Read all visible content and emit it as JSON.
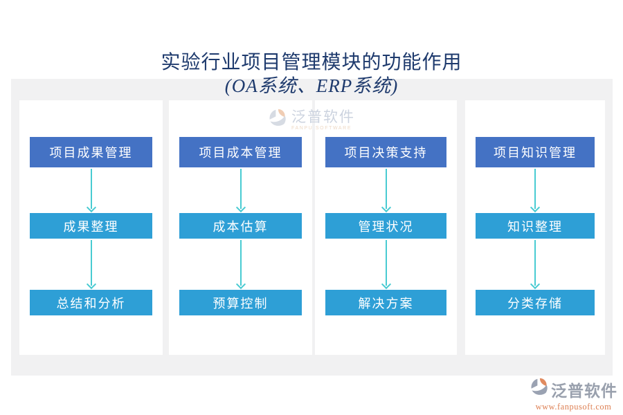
{
  "title": "实验行业项目管理模块的功能作用",
  "subtitle": "(OA系统、ERP系统)",
  "columns": [
    {
      "header": "项目成果管理",
      "steps": [
        "成果整理",
        "总结和分析"
      ]
    },
    {
      "header": "项目成本管理",
      "steps": [
        "成本估算",
        "预算控制"
      ]
    },
    {
      "header": "项目决策支持",
      "steps": [
        "管理状况",
        "解决方案"
      ]
    },
    {
      "header": "项目知识管理",
      "steps": [
        "知识整理",
        "分类存储"
      ]
    }
  ],
  "watermark": {
    "name": "泛普软件",
    "subtext": "FANPU SOFTWARE"
  },
  "logo": {
    "name": "泛普软件",
    "url": "www.fanpusoft.com"
  },
  "colors": {
    "title_text": "#1e3a6d",
    "header_box": "#4472c4",
    "step_box": "#2e9fd6",
    "arrow": "#48cbd2",
    "canvas_bg": "#f1f1f2",
    "panel_bg": "#ffffff",
    "logo_name": "#99a0ad",
    "logo_url": "#dd7f52"
  }
}
